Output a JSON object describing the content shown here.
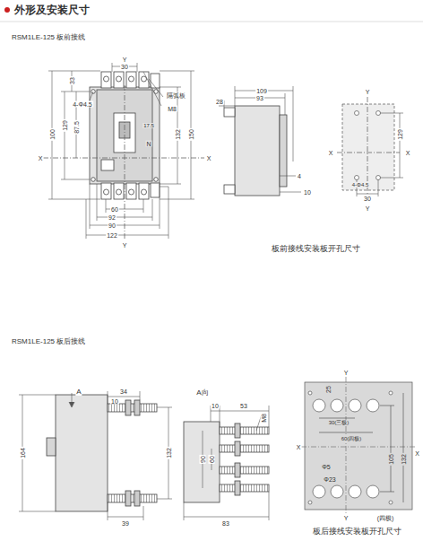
{
  "diagram": {
    "title": "外形及安装尺寸",
    "labels": [
      "RSM1LE-125 板前接线",
      "Y",
      "30",
      "隔弧板",
      "M8",
      "4-Φ4.5",
      "100",
      "33",
      "129",
      "87.5",
      "17.5",
      "N",
      "X",
      "X",
      "132",
      "150",
      "60",
      "92",
      "90",
      "122",
      "Y",
      "109",
      "93",
      "28",
      "4",
      "10",
      "Y",
      "X",
      "X",
      "129",
      "4-Φ4.5",
      "30",
      "Y",
      "板前接线安装板开孔尺寸",
      "RSM1LE-125 板后接线",
      "A",
      "34",
      "10",
      "164",
      "132",
      "39",
      "A向",
      "10",
      "53",
      "M8",
      "90",
      "60",
      "83",
      "Y",
      "25",
      "30(三极)",
      "60(四极)",
      "X",
      "X",
      "105",
      "132",
      "Φ5",
      "Φ23",
      "Y",
      "(四极)",
      "板后接线安装板开孔尺寸"
    ]
  }
}
